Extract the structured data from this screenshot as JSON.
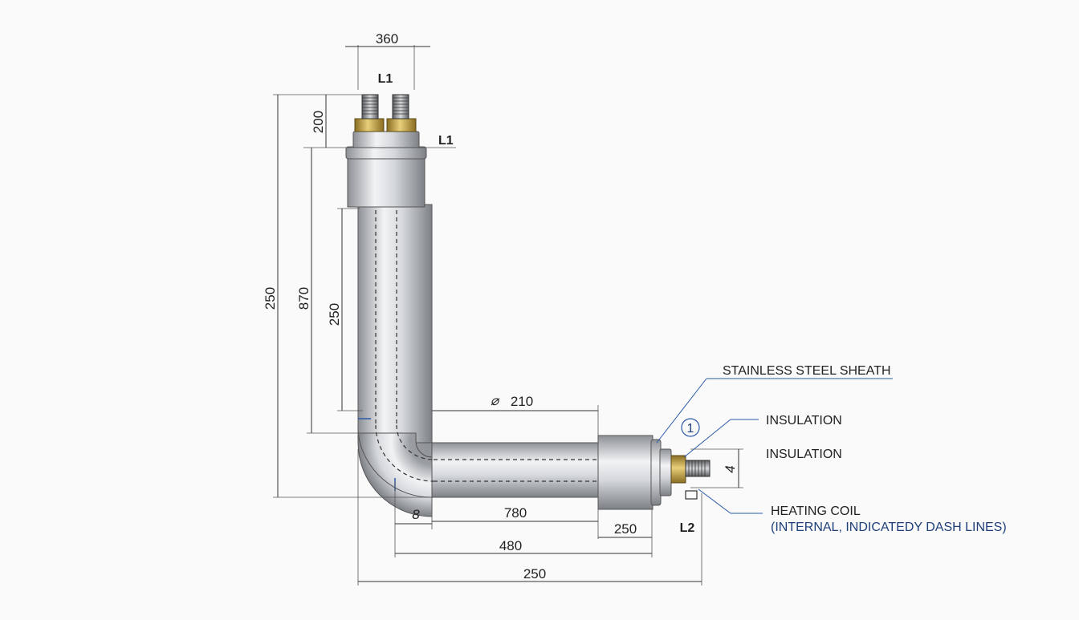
{
  "dimensions": {
    "top_width": "360",
    "top_height": "200",
    "overall_height": "250",
    "vertical_leg": "870",
    "vertical_inner": "250",
    "diameter": "210",
    "bend": "8",
    "horizontal_leg": "780",
    "end_fitting": "250",
    "base_width": "480",
    "overall_width": "250",
    "thread_height": "4"
  },
  "labels": {
    "terminal_top": "L1",
    "terminal_side": "L1",
    "terminal_end": "L2",
    "marker": "1"
  },
  "callouts": {
    "sheath": "STAINLESS STEEL SHEATH",
    "insulation_1": "INSULATION",
    "insulation_2": "INSULATION",
    "coil": "HEATING COIL",
    "coil_note": "(INTERNAL, INDICATEDY DASH LINES)"
  },
  "colors": {
    "steel_light": "#f2f3f5",
    "steel_dark": "#8d9196",
    "brass": "#c9a64a",
    "callout_line": "#2b5aa8",
    "callout_text": "#1f3f7a"
  }
}
